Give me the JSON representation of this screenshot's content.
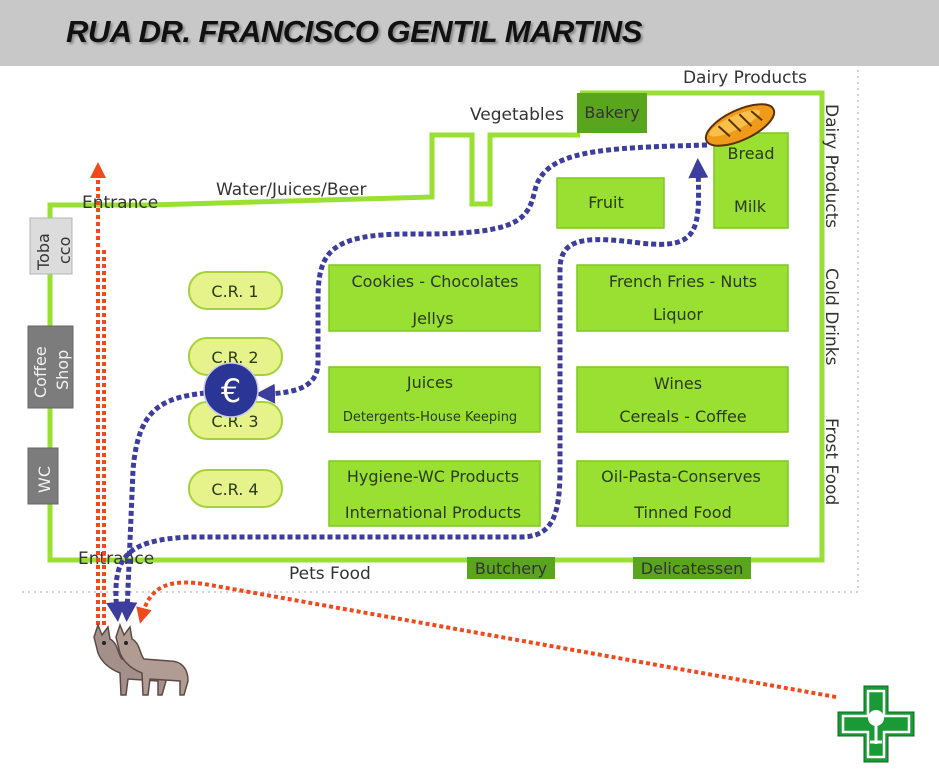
{
  "title": "RUA DR. FRANCISCO GENTIL MARTINS",
  "labels": {
    "dairy_products_top": "Dairy Products",
    "vegetables": "Vegetables",
    "water_juices_beer": "Water/Juices/Beer",
    "entrance_top": "Entrance",
    "entrance_bottom": "Entrance",
    "pets_food": "Pets Food",
    "dairy_products_side": "Dairy Products",
    "cold_drinks": "Cold Drinks",
    "frost_food": "Frost Food"
  },
  "sections": {
    "bakery": "Bakery",
    "butchery": "Butchery",
    "delicatessen": "Delicatessen"
  },
  "left_side": {
    "tobacco_line1": "Toba",
    "tobacco_line2": "cco",
    "coffee_line1": "Coffee",
    "coffee_line2": "Shop",
    "wc": "WC"
  },
  "departments": {
    "fruit": "Fruit",
    "bread": "Bread",
    "milk": "Milk",
    "cookies_line1": "Cookies - Chocolates",
    "cookies_line2": "Jellys",
    "french_line1": "French Fries - Nuts",
    "french_line2": "Liquor",
    "juices_line1": "Juices",
    "juices_line2": "Detergents-House Keeping",
    "wines_line1": "Wines",
    "wines_line2": "Cereals - Coffee",
    "hygiene_line1": "Hygiene-WC Products",
    "hygiene_line2": "International Products",
    "oil_line1": "Oil-Pasta-Conserves",
    "oil_line2": "Tinned Food"
  },
  "checkouts": [
    "C.R. 1",
    "C.R. 2",
    "C.R. 3",
    "C.R. 4"
  ],
  "euro_symbol": "€",
  "colors": {
    "wall": "#99e033",
    "department": "#99e033",
    "dark_section": "#5aa51e",
    "checkout": "#e6f28a",
    "route_blue": "#3d3d9e",
    "route_red": "#ee4a1e",
    "pharmacy_cross": "#1a9a35",
    "euro_coin": "#2a3596",
    "header_bar": "#c8c8c8"
  },
  "icons": [
    "bread-icon",
    "euro-coin-icon",
    "dog-icon",
    "pharmacy-cross-icon"
  ]
}
